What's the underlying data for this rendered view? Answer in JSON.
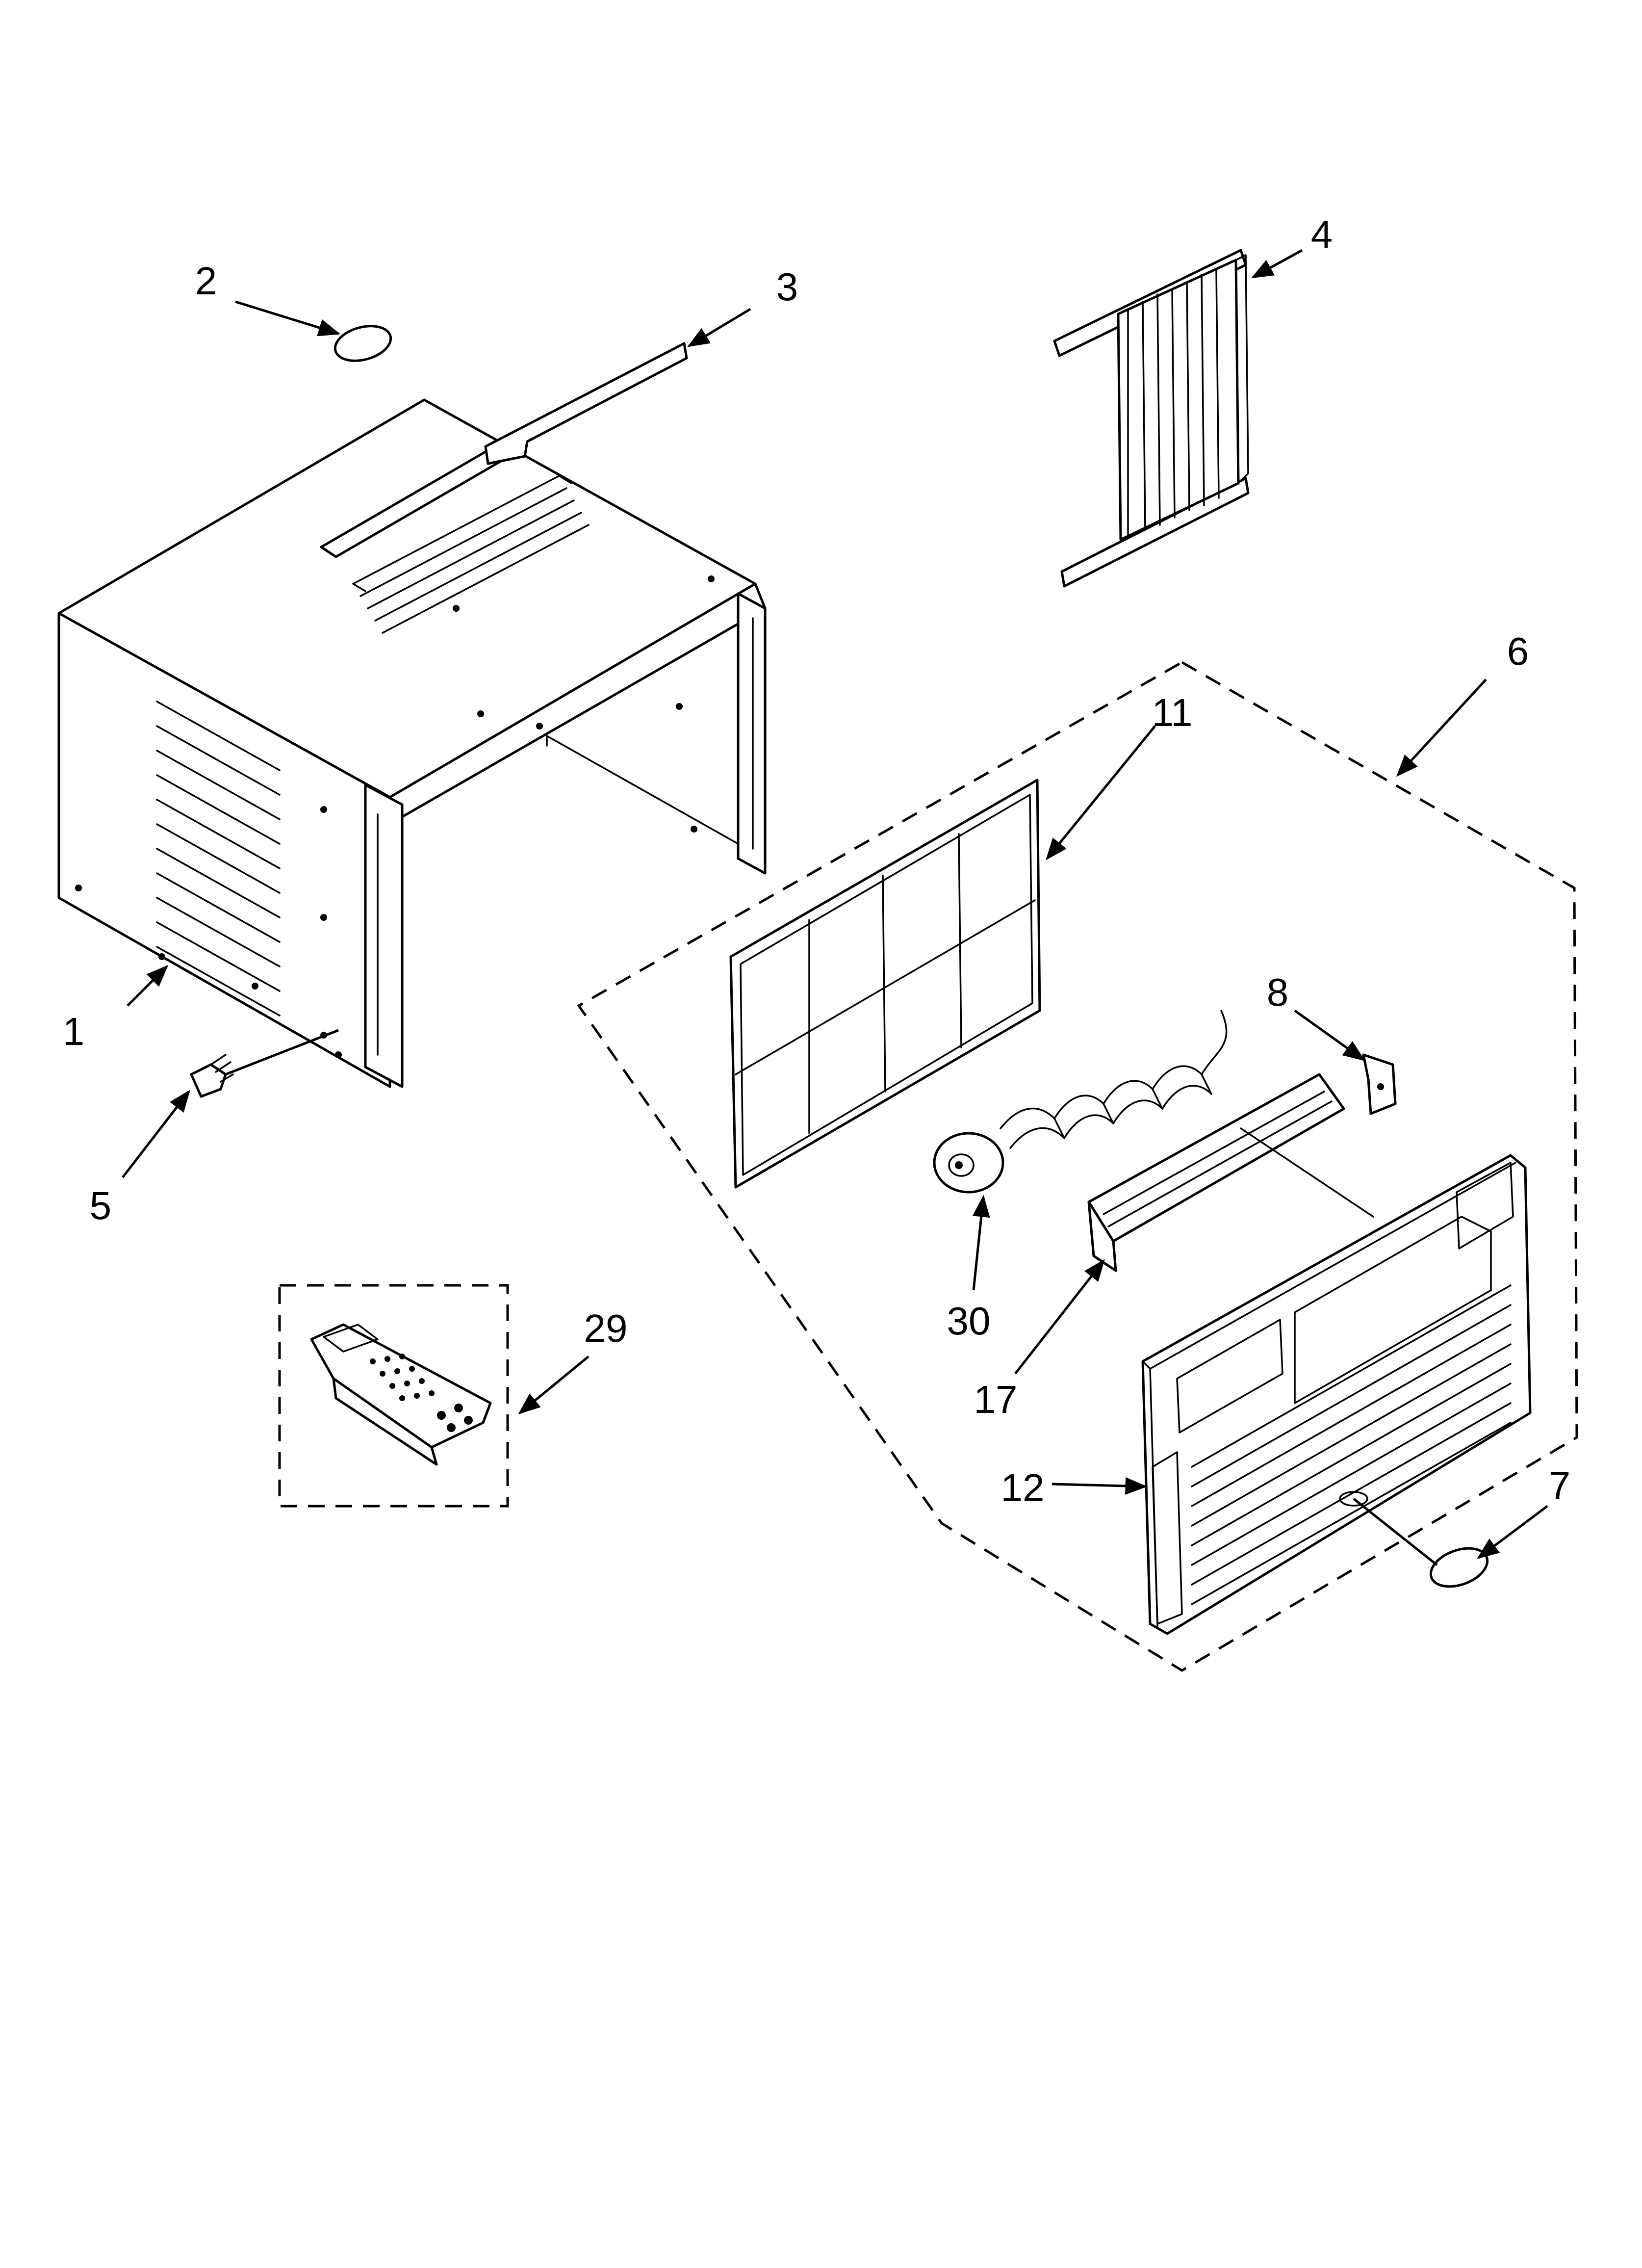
{
  "callouts": [
    {
      "id": "1",
      "text": "1"
    },
    {
      "id": "2",
      "text": "2"
    },
    {
      "id": "3",
      "text": "3"
    },
    {
      "id": "4",
      "text": "4"
    },
    {
      "id": "5",
      "text": "5"
    },
    {
      "id": "6",
      "text": "6"
    },
    {
      "id": "7",
      "text": "7"
    },
    {
      "id": "8",
      "text": "8"
    },
    {
      "id": "11",
      "text": "11"
    },
    {
      "id": "12",
      "text": "12"
    },
    {
      "id": "17",
      "text": "17"
    },
    {
      "id": "29",
      "text": "29"
    },
    {
      "id": "30",
      "text": "30"
    }
  ]
}
